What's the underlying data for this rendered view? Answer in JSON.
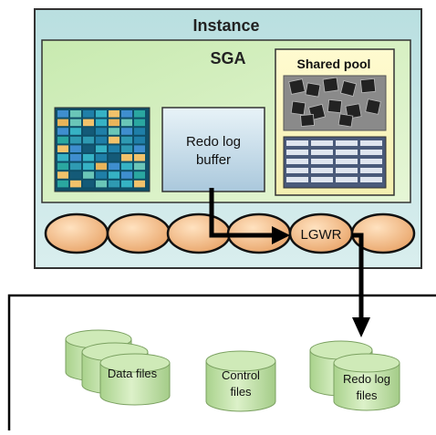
{
  "instance": {
    "title": "Instance"
  },
  "sga": {
    "title": "SGA"
  },
  "shared_pool": {
    "title": "Shared pool"
  },
  "redo_log_buffer": {
    "line1": "Redo log",
    "line2": "buffer"
  },
  "processes": {
    "lgwr_label": "LGWR",
    "count": 6
  },
  "storage": {
    "data_files": "Data files",
    "control_files_line1": "Control",
    "control_files_line2": "files",
    "redo_log_files_line1": "Redo log",
    "redo_log_files_line2": "files"
  },
  "colors": {
    "instance_bg": "#c8e6e6",
    "sga_bg": "#d6f0c2",
    "shared_pool_bg": "#fdfcc4",
    "process_fill": "#f5c08e",
    "cylinder_fill": "#c8e6ae"
  }
}
